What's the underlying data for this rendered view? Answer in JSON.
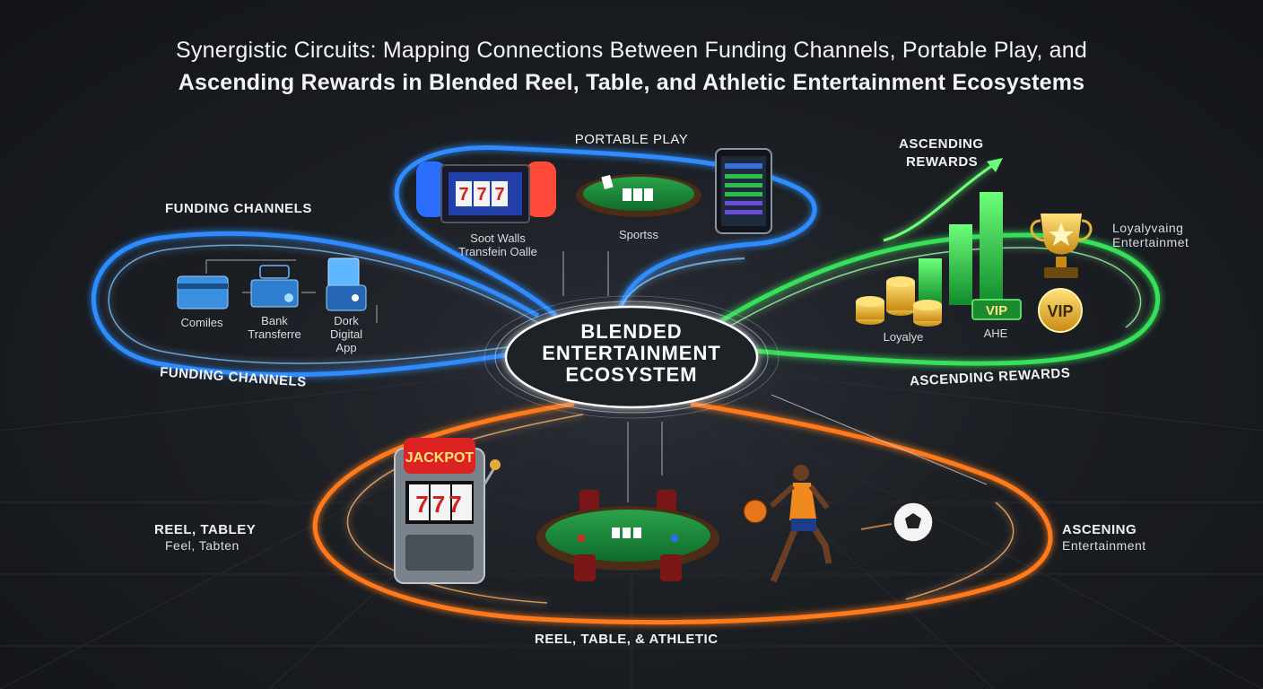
{
  "title_line1": "Synergistic Circuits: Mapping Connections Between Funding Channels, Portable Play, and",
  "title_line2": "Ascending Rewards in Blended Reel, Table, and Athletic Entertainment Ecosystems",
  "center": {
    "line1": "BLENDED",
    "line2": "ENTERTAINMENT",
    "line3": "ECOSYSTEM"
  },
  "funding": {
    "label_top": "FUNDING CHANNELS",
    "label_bottom": "FUNDING CHANNELS",
    "items": [
      "Comiles",
      "Bank\nTransferre",
      "Dork\nDigital\nApp"
    ],
    "colors": {
      "accent": "#2f8cff"
    }
  },
  "portable": {
    "label": "PORTABLE PLAY",
    "caption1": "Soot Walls\nTransfein Oalle",
    "caption2": "Sportss",
    "colors": {
      "accent": "#3aa0ff"
    }
  },
  "rewards": {
    "label_top_1": "ASCENDING",
    "label_top_2": "REWARDS",
    "label_bottom": "ASCENDING REWARDS",
    "side_1": "Loyalyvaing",
    "side_2": "Entertainmet",
    "coins_label": "Loyalye",
    "vip_label": "AHE",
    "vip_badge": "VIP",
    "colors": {
      "accent": "#38e05a"
    }
  },
  "reel": {
    "left_1": "REEL, TABLEY",
    "left_2": "Feel, Tabten",
    "right_1": "ASCENING",
    "right_2": "Entertainment",
    "bottom": "REEL, TABLE, & ATHLETIC",
    "jackpot": "JACKPOT",
    "reels": "777",
    "colors": {
      "accent": "#ff7a1a"
    }
  },
  "icons": [
    "credit-card-icon",
    "bank-transfer-icon",
    "digital-wallet-icon",
    "handheld-console-icon",
    "poker-table-icon",
    "smartphone-icon",
    "coins-icon",
    "bar-chart-icon",
    "trophy-icon",
    "vip-badge-icon",
    "slot-machine-icon",
    "basketball-player-icon",
    "soccer-ball-icon"
  ]
}
